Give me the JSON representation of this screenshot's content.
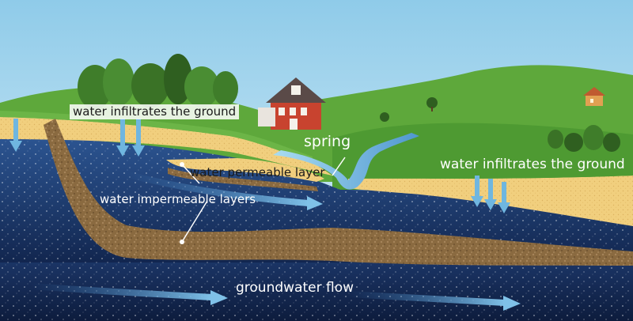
{
  "labels": {
    "infiltrate_left": "water infiltrates the ground",
    "spring": "spring",
    "infiltrate_right": "water infiltrates the ground",
    "permeable": "water permeable layer",
    "impermeable": "water impermeable layers",
    "groundwater": "groundwater flow"
  },
  "colors": {
    "sky": "#9fd3ec",
    "grass": "#4e9a32",
    "sand": "#f1cf7e",
    "groundwater": "#1f3f7a",
    "impermeable": "#8a6a40",
    "flow_arrow": "#6fb6e0",
    "house_wall": "#c8432f"
  },
  "icons": {
    "house": "house-icon",
    "tree": "tree-icon",
    "infiltration_arrow": "down-arrow-icon",
    "flow_arrow": "flow-arrow-icon"
  }
}
